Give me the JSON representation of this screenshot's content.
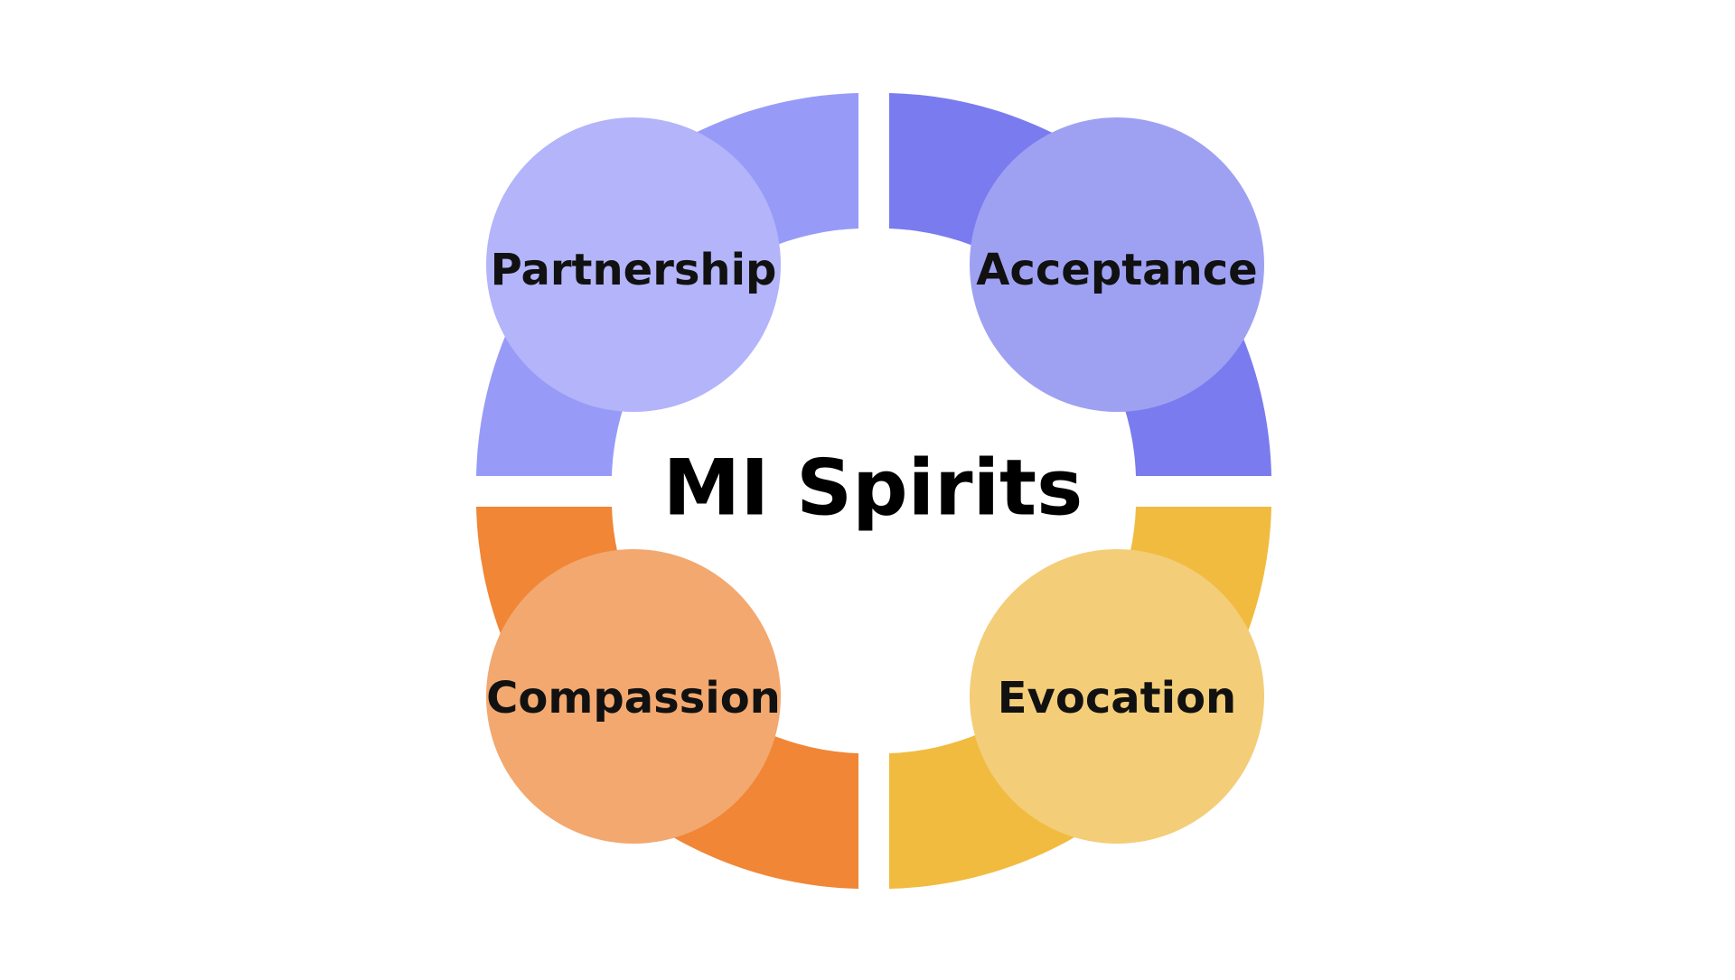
{
  "diagram": {
    "title": "MI Spirits",
    "quadrants": [
      {
        "label": "Partnership",
        "ring_color": "#979bf7",
        "circle_color": "#b3b4fa"
      },
      {
        "label": "Acceptance",
        "ring_color": "#7a7bee",
        "circle_color": "#9ea1f2"
      },
      {
        "label": "Compassion",
        "ring_color": "#f08636",
        "circle_color": "#f2a86f"
      },
      {
        "label": "Evocation",
        "ring_color": "#f1bb40",
        "circle_color": "#f3cd78"
      }
    ]
  }
}
